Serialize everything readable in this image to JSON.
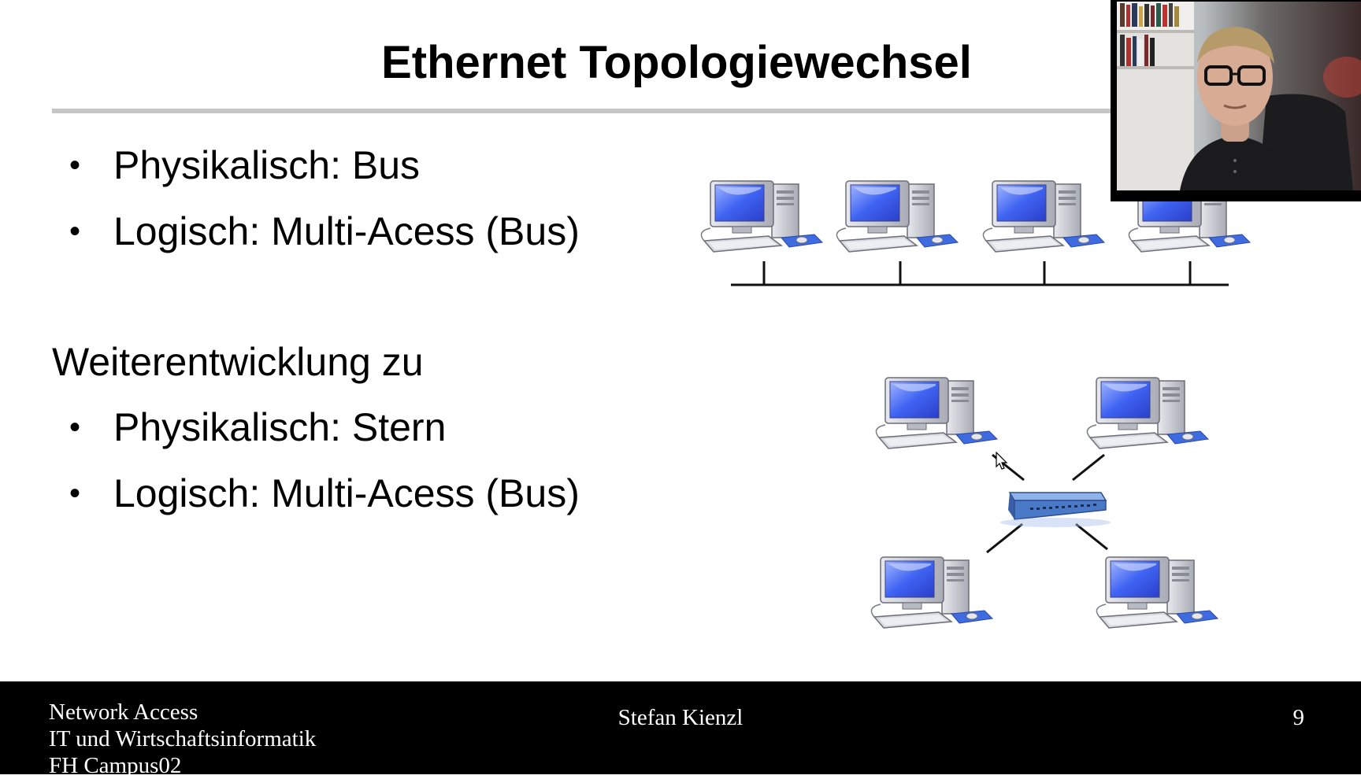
{
  "slide": {
    "title": "Ethernet Topologiewechsel",
    "top_bullets": [
      "Physikalisch: Bus",
      "Logisch: Multi-Acess (Bus)"
    ],
    "subheading": "Weiterentwicklung zu",
    "bottom_bullets": [
      "Physikalisch: Stern",
      "Logisch: Multi-Acess (Bus)"
    ],
    "bullet_glyph": "•"
  },
  "footer": {
    "left_lines": [
      "Network Access",
      "IT und Wirtschaftsinformatik",
      "FH Campus02"
    ],
    "presenter": "Stefan Kienzl",
    "page_number": "9"
  },
  "colors": {
    "screen_blue": "#3f63f2",
    "case_gray": "#c9cbd3",
    "rule_gray": "#c6c6c6",
    "switch_blue": "#4a79c8",
    "footer_bg": "#000000"
  },
  "icons": {
    "computer": "desktop-computer-icon",
    "switch": "network-switch-icon",
    "cursor": "mouse-cursor-icon"
  }
}
